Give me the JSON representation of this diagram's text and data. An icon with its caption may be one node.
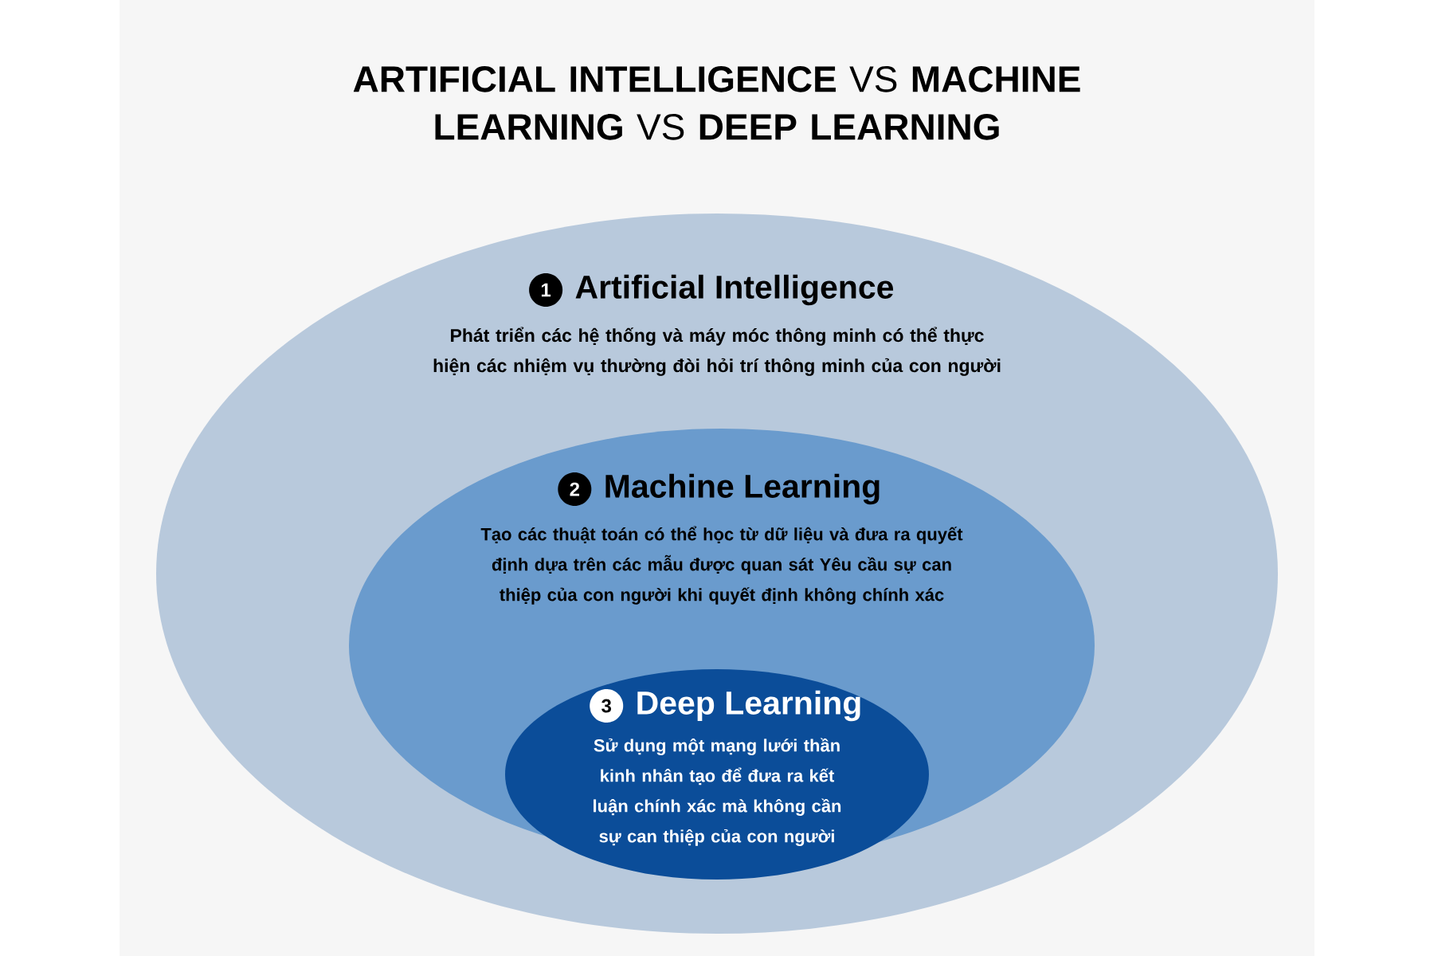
{
  "diagram": {
    "title": "**ARTIFICIAL INTELLIGENCE** VS **MACHINE LEARNING** VS **DEEP LEARNING**",
    "nodes": [
      {
        "text": [
          "1",
          "Artificial Intelligence",
          "Phát triển các hệ thống và máy móc thông minh có thể thực hiện các nhiệm vụ thường đòi hỏi trí thông minh của con người"
        ]
      },
      {
        "text": [
          "2",
          "Machine Learning",
          "Tạo các thuật toán có thể học từ dữ liệu và đưa ra quyết định dựa trên các mẫu được quan sát Yêu cầu sự can thiệp của con người khi quyết định không chính xác"
        ],
        "in": 0
      },
      {
        "text": [
          "3",
          "Deep Learning",
          "Sử dụng một mạng lưới thần kinh nhân tạo để đưa ra kết luận chính xác mà không cần sự can thiệp của con người"
        ],
        "in": 1
      }
    ]
  }
}
